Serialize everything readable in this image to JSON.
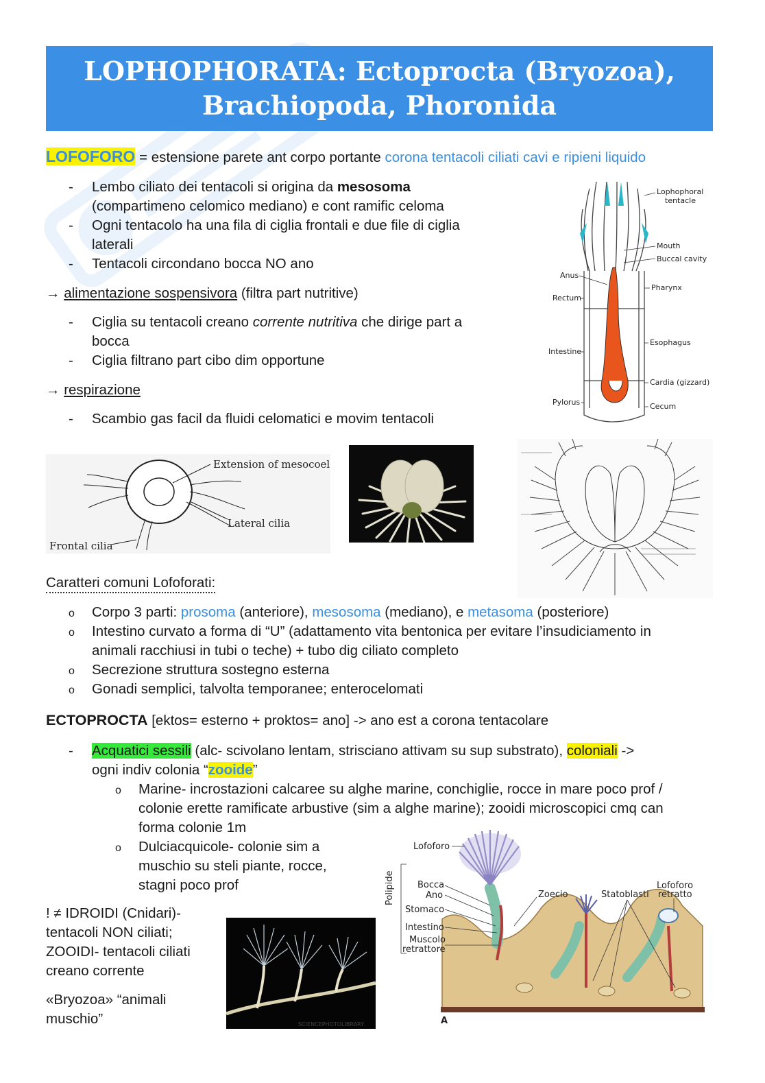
{
  "title": {
    "line1": "LOPHOPHORATA: Ectoprocta (Bryozoa),",
    "line2": "Brachiopoda, Phoronida"
  },
  "lofoforo": {
    "term": "LOFOFORO",
    "def_prefix": " = estensione parete ant corpo portante ",
    "def_blue": "corona tentacoli ciliati cavi e ripieni liquido",
    "b1_pre": "Lembo ciliato dei tentacoli si origina da ",
    "b1_bold": "mesosoma",
    "b1_line2": "(compartimeno celomico mediano) e cont ramific celoma",
    "b2_line1": "Ogni tentacolo ha una fila di ciglia frontali e due file di ciglia",
    "b2_line2": "laterali",
    "b3": "Tentacoli circondano bocca NO ano"
  },
  "alimentazione": {
    "arrow": "→",
    "label": "alimentazione sospensivora",
    "suffix": " (filtra part nutritive)",
    "b1_pre": "Ciglia su tentacoli creano ",
    "b1_ital": "corrente nutritiva",
    "b1_post": " che dirige part a",
    "b1_line2": "bocca",
    "b2": "Ciglia filtrano part cibo dim opportune"
  },
  "respirazione": {
    "arrow": "→",
    "label": "respirazione",
    "b1": "Scambio gas facil da fluidi celomatici e movim tentacoli"
  },
  "fig_phoronid": {
    "labels": {
      "lophophoral": "Lophophoral",
      "tentacle": "tentacle",
      "mouth": "Mouth",
      "buccal": "Buccal cavity",
      "anus": "Anus",
      "rectum": "Rectum",
      "pharynx": "Pharynx",
      "intestine": "Intestine",
      "esophagus": "Esophagus",
      "cardia": "Cardia (gizzard)",
      "pylorus": "Pylorus",
      "cecum": "Cecum"
    }
  },
  "fig_tentacle": {
    "labels": {
      "extension": "Extension of mesocoel",
      "lateral": "Lateral cilia",
      "frontal": "Frontal cilia"
    }
  },
  "caratteri": {
    "heading": "Caratteri comuni Lofoforati:",
    "c1_pre": "Corpo 3 parti: ",
    "c1_prosoma": "prosoma",
    "c1_mid1": " (anteriore), ",
    "c1_mesosoma": "mesosoma",
    "c1_mid2": " (mediano), e ",
    "c1_metasoma": "metasoma",
    "c1_post": " (posteriore)",
    "c2_line1": "Intestino curvato a forma di “U” (adattamento vita bentonica per evitare l’insudiciamento in",
    "c2_line2": "animali racchiusi in tubi o teche) + tubo dig ciliato completo",
    "c3": "Secrezione struttura sostegno esterna",
    "c4": "Gonadi semplici, talvolta temporanee; enterocelomati"
  },
  "ectoprocta": {
    "term": "ECTOPROCTA",
    "def": " [ektos= esterno + proktos= ano] -> ano est a corona tentacolare",
    "b1_hl": "Acquatici sessili",
    "b1_mid": " (alc- scivolano lentam, strisciano attivam su sup substrato), ",
    "b1_hl2": "coloniali",
    "b1_arrow": " ->",
    "b1_line2_pre": "ogni indiv colonia “",
    "b1_zooide": "zooide",
    "b1_line2_post": "”",
    "s1_line1": "Marine- incrostazioni calcaree su alghe marine, conchiglie, rocce in mare poco prof /",
    "s1_line2": "colonie erette ramificate arbustive (sim a alghe marine); zooidi microscopici cmq can",
    "s1_line3": "forma colonie 1m",
    "s2_line1": "Dulciacquicole- colonie sim a",
    "s2_line2": "muschio su steli piante, rocce,",
    "s2_line3": "stagni poco prof"
  },
  "idroidi": {
    "l1": "! ≠ IDROIDI (Cnidari)-",
    "l2": "tentacoli NON ciliati;",
    "l3": "ZOOIDI- tentacoli ciliati",
    "l4": "creano corrente",
    "l5": "«Bryozoa» “animali",
    "l6": "muschio”"
  },
  "fig_colony": {
    "labels": {
      "polipide": "Polipide",
      "lofoforo": "Lofoforo",
      "bocca": "Bocca",
      "ano": "Ano",
      "stomaco": "Stomaco",
      "intestino": "Intestino",
      "muscolo": "Muscolo",
      "retrattore": "retrattore",
      "zoecio": "Zoecio",
      "statoblasti": "Statoblasti",
      "lofoforo_retratto1": "Lofoforo",
      "lofoforo_retratto2": "retratto",
      "panel": "A"
    }
  },
  "photo_caption": "SCIENCEPHOTOLIBRARY",
  "colors": {
    "title_bg": "#3b8fe4",
    "blue_text": "#3a8fe0",
    "highlight_yellow": "#f8f200",
    "highlight_green": "#35e83a",
    "gut_orange": "#e8561e"
  }
}
